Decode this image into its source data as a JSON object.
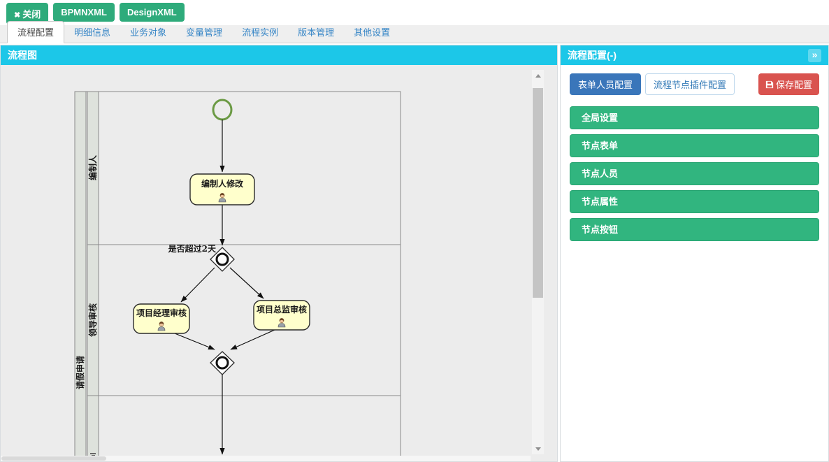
{
  "icons": {
    "close": "✖",
    "chevron_double_right": "»"
  },
  "toolbar": {
    "close_label": "关闭",
    "bpmn_label": "BPMNXML",
    "design_label": "DesignXML"
  },
  "tabs": [
    "流程配置",
    "明细信息",
    "业务对象",
    "变量管理",
    "流程实例",
    "版本管理",
    "其他设置"
  ],
  "left_panel": {
    "title": "流程图"
  },
  "right_panel": {
    "title": "流程配置(-)",
    "buttons": {
      "form_person": "表单人员配置",
      "node_plugin": "流程节点插件配置",
      "save": "保存配置"
    },
    "sections": [
      "全局设置",
      "节点表单",
      "节点人员",
      "节点属性",
      "节点按钮"
    ]
  },
  "diagram": {
    "pool_label": "请假申请",
    "lane1_label": "编制人",
    "lane2_label": "领导审核",
    "gateway1_label": "是否超过2天",
    "task1": "编制人修改",
    "task2": "项目经理审核",
    "task3": "项目总监审核"
  },
  "colors": {
    "header_cyan": "#1cc7e8",
    "toolbar_green": "#2eab7b",
    "accordion_green": "#31b57f",
    "primary_blue": "#3a76ba",
    "danger_red": "#d9534f",
    "task_fill": "#ffffcc",
    "start_event_green": "#6b9a44"
  }
}
